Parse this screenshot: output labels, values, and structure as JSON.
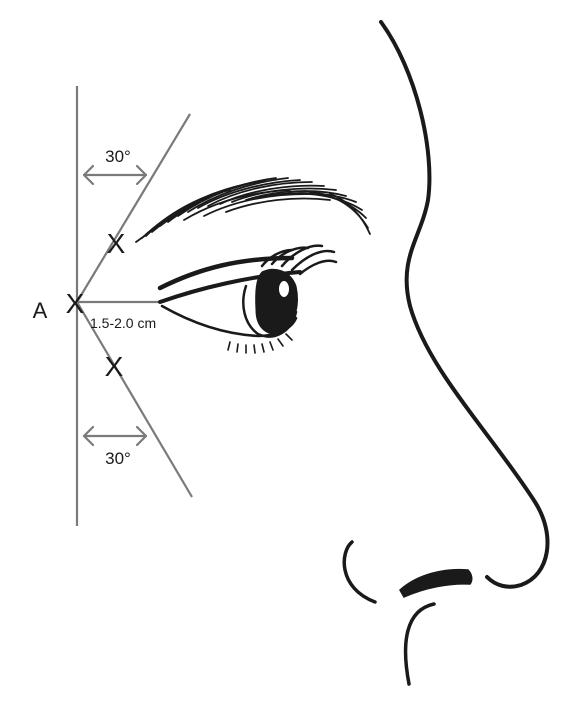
{
  "diagram": {
    "point_label": "A",
    "mark_symbol": "X",
    "angle_upper": "30°",
    "angle_lower": "30°",
    "distance_label": "1.5-2.0 cm"
  },
  "colors": {
    "guide_lines": "#7a7a7a",
    "face_lines": "#1a1a1a",
    "background": "#ffffff"
  }
}
